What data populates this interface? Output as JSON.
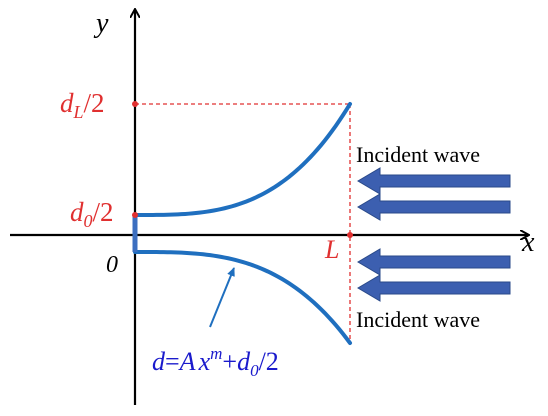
{
  "axes": {
    "x_label": "x",
    "y_label": "y",
    "origin_label": "0"
  },
  "ticks": {
    "dL_half": {
      "base": "d",
      "sub": "L",
      "rest": "/2"
    },
    "d0_half": {
      "base": "d",
      "sub": "0",
      "rest": "/2"
    },
    "L": "L"
  },
  "waves": {
    "upper_label": "Incident wave",
    "lower_label": "Incident wave"
  },
  "formula": {
    "d": "d",
    "eq": "=",
    "A": "A",
    "x": "x",
    "m": "m",
    "plus": "+",
    "d0": "d",
    "zero": "0",
    "slash2": "/2"
  },
  "colors": {
    "axis": "#000000",
    "curve": "#1f6fbf",
    "marker": "#e03030",
    "arrow_fill": "#3c5fb0",
    "arrow_stroke": "#2a4a8a",
    "formula": "#1a1acc"
  }
}
